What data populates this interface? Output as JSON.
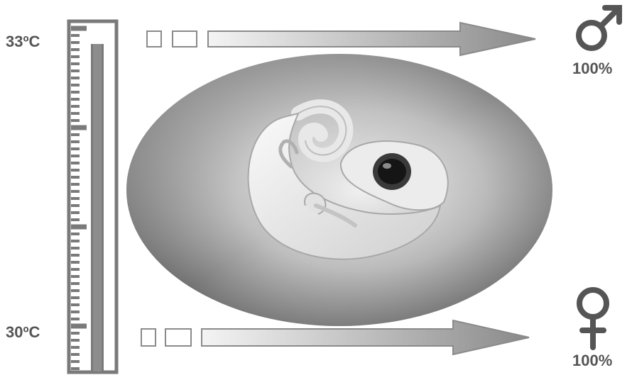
{
  "temperature": {
    "high_label": "33ºC",
    "low_label": "30ºC"
  },
  "outcomes": {
    "high": {
      "symbol": "male-symbol",
      "percent_label": "100%"
    },
    "low": {
      "symbol": "female-symbol",
      "percent_label": "100%"
    }
  },
  "colors": {
    "text": "#555555",
    "thermometer": "#7a7a7a",
    "arrow_dark": "#8a8a8a",
    "arrow_light": "#f4f4f4",
    "egg_dark": "#5a5a5a",
    "egg_light": "#f2f2f2"
  },
  "icons": {
    "male": "male-symbol-icon",
    "female": "female-symbol-icon",
    "embryo": "lizard-embryo-illustration"
  }
}
